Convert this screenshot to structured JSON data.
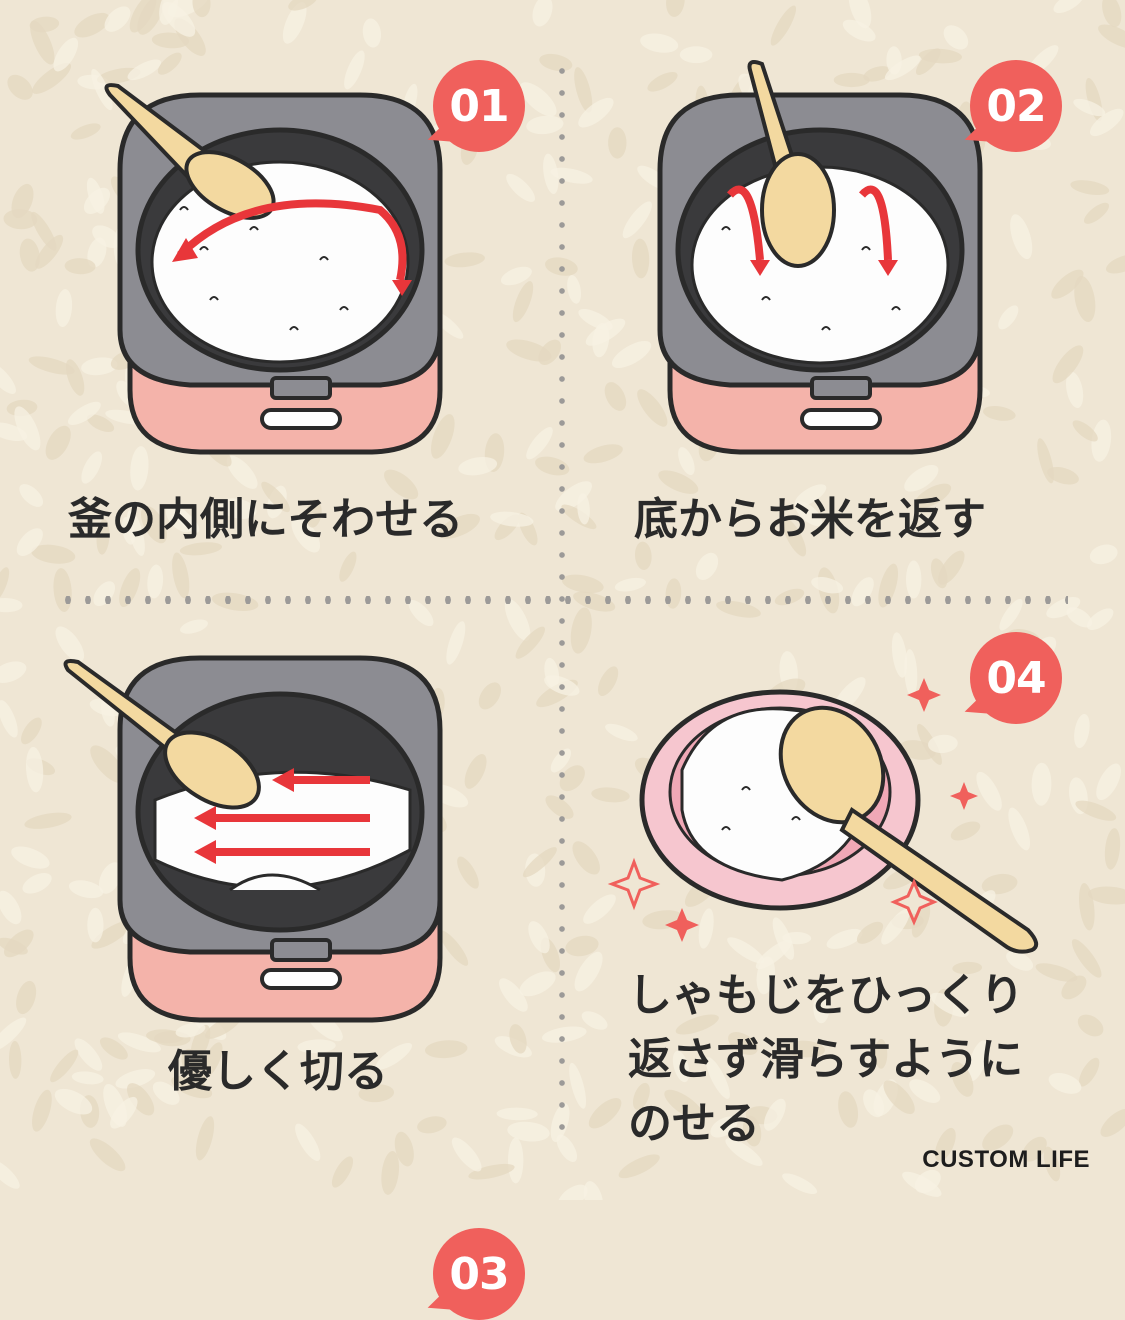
{
  "steps": [
    {
      "number": "01",
      "caption_lines": [
        "釜の内側にそわせる"
      ]
    },
    {
      "number": "02",
      "caption_lines": [
        "底からお米を返す"
      ]
    },
    {
      "number": "03",
      "caption_lines": [
        "優しく切る"
      ]
    },
    {
      "number": "04",
      "caption_lines": [
        "しゃもじをひっくり",
        "返さず滑らすように",
        "のせる"
      ]
    }
  ],
  "brand": "CUSTOM LIFE",
  "colors": {
    "badge": "#f0605c",
    "arrow": "#e8363a",
    "cooker_lid": "#8c8c92",
    "cooker_body": "#f4b3aa",
    "rice": "#ffffff",
    "paddle": "#f3d9a0",
    "background": "#efe6d4"
  }
}
